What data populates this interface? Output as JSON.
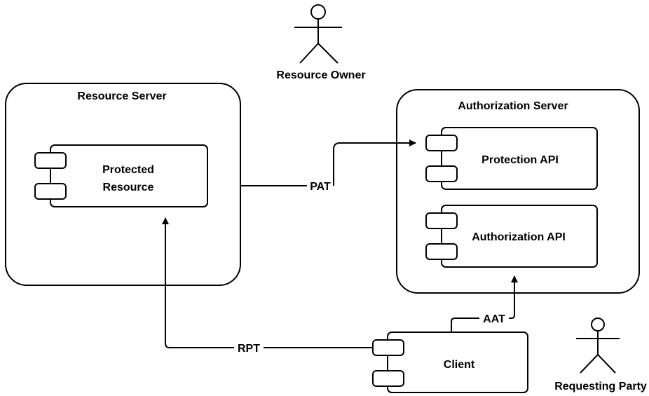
{
  "actors": {
    "resource_owner": "Resource Owner",
    "requesting_party": "Requesting Party"
  },
  "resource_server": {
    "title": "Resource Server",
    "protected_resource": {
      "line1": "Protected",
      "line2": "Resource"
    }
  },
  "authorization_server": {
    "title": "Authorization Server",
    "protection_api": "Protection API",
    "authorization_api": "Authorization API"
  },
  "client": {
    "label": "Client"
  },
  "tokens": {
    "pat": "PAT",
    "aat": "AAT",
    "rpt": "RPT"
  },
  "colors": {
    "stroke": "#000000",
    "fill": "#ffffff"
  }
}
